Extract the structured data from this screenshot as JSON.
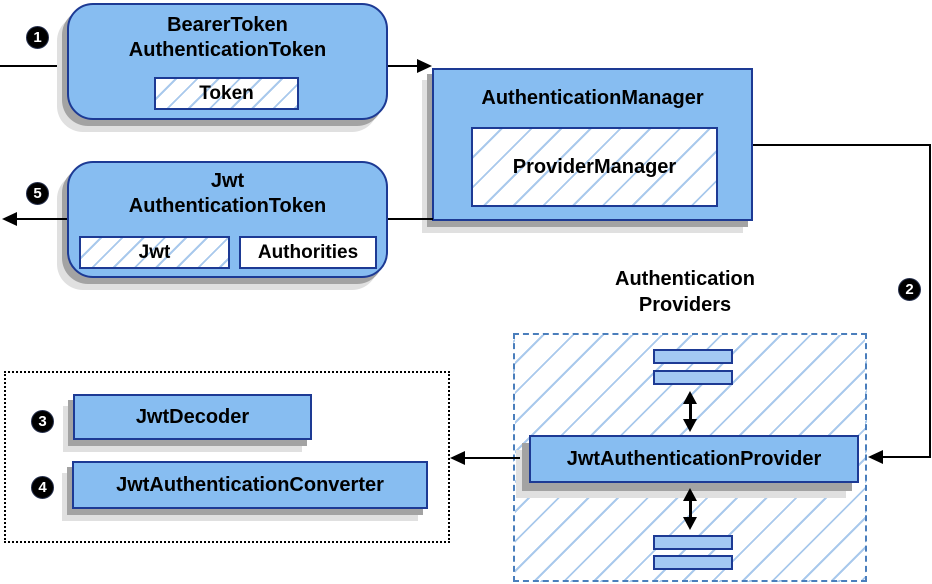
{
  "steps": {
    "s1": "1",
    "s2": "2",
    "s3": "3",
    "s4": "4",
    "s5": "5"
  },
  "nodes": {
    "bearer_token": {
      "line1": "BearerToken",
      "line2": "AuthenticationToken",
      "token_field": "Token"
    },
    "authentication_manager": {
      "title": "AuthenticationManager",
      "provider_manager": "ProviderManager"
    },
    "jwt_authentication_token": {
      "line1": "Jwt",
      "line2": "AuthenticationToken",
      "jwt_field": "Jwt",
      "authorities_field": "Authorities"
    },
    "authentication_providers": {
      "label_line1": "Authentication",
      "label_line2": "Providers",
      "provider": "JwtAuthenticationProvider"
    },
    "converter_group": {
      "decoder": "JwtDecoder",
      "converter": "JwtAuthenticationConverter"
    }
  },
  "colors": {
    "node_fill": "#87bdf1",
    "node_border": "#1d3a94",
    "bar_fill": "#a3c9f3",
    "hatch_line": "#a9c9ec",
    "providers_border": "#4a7ebc",
    "shadow_dark": "#a3a3a3",
    "shadow_light": "#e0e0e0",
    "connector": "#000000",
    "badge_bg": "#000000",
    "badge_text": "#ffffff"
  }
}
